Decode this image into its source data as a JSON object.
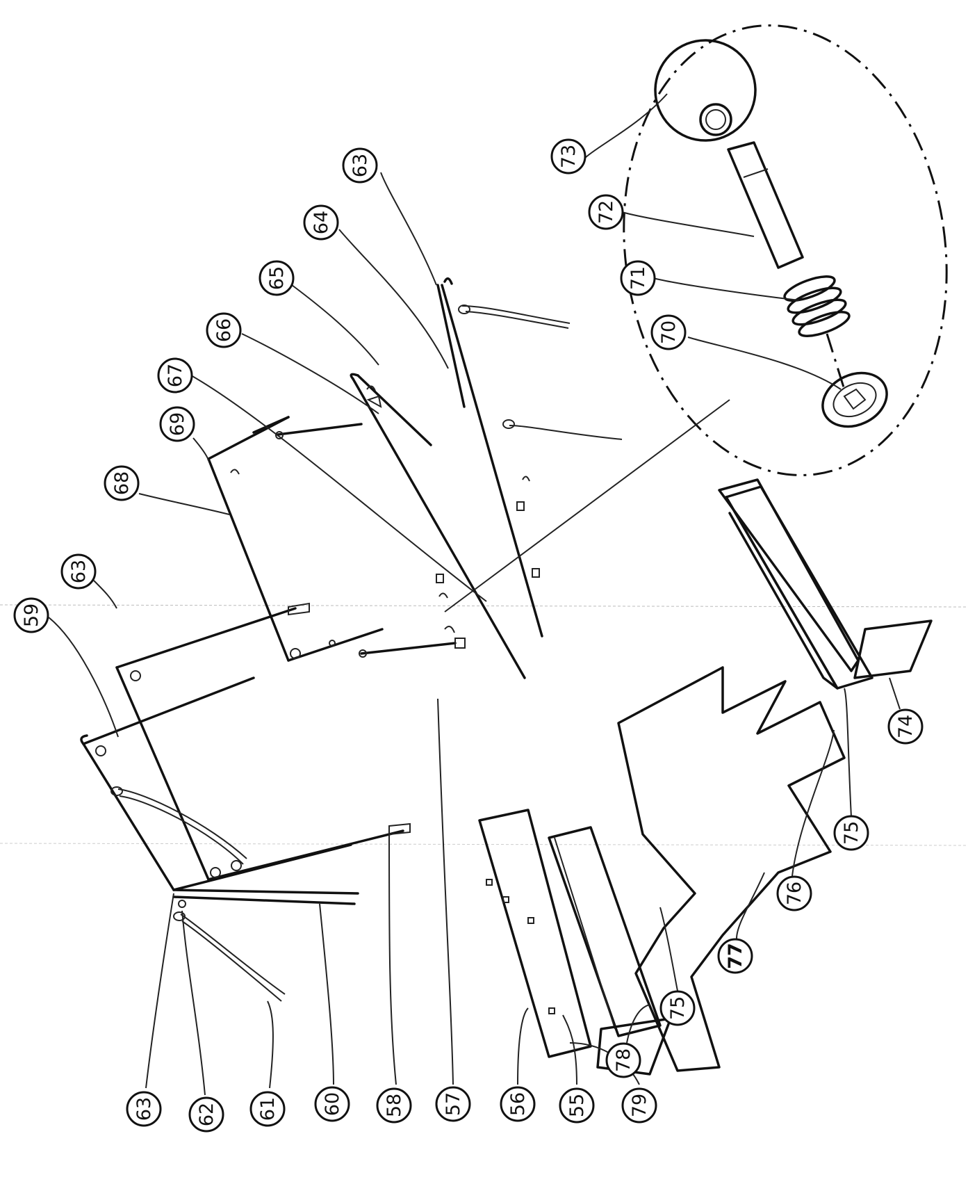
{
  "callouts": [
    {
      "id": "c-73",
      "label": "73"
    },
    {
      "id": "c-72",
      "label": "72"
    },
    {
      "id": "c-71",
      "label": "71"
    },
    {
      "id": "c-70",
      "label": "70"
    },
    {
      "id": "c-63-top",
      "label": "63"
    },
    {
      "id": "c-64",
      "label": "64"
    },
    {
      "id": "c-65",
      "label": "65"
    },
    {
      "id": "c-66",
      "label": "66"
    },
    {
      "id": "c-67",
      "label": "67"
    },
    {
      "id": "c-69",
      "label": "69"
    },
    {
      "id": "c-68",
      "label": "68"
    },
    {
      "id": "c-63-mid",
      "label": "63"
    },
    {
      "id": "c-59",
      "label": "59"
    },
    {
      "id": "c-74",
      "label": "74"
    },
    {
      "id": "c-75-right",
      "label": "75"
    },
    {
      "id": "c-76",
      "label": "76"
    },
    {
      "id": "c-77",
      "label": "77"
    },
    {
      "id": "c-75-bottom",
      "label": "75"
    },
    {
      "id": "c-78",
      "label": "78"
    },
    {
      "id": "c-63-bottom",
      "label": "63"
    },
    {
      "id": "c-62",
      "label": "62"
    },
    {
      "id": "c-61",
      "label": "61"
    },
    {
      "id": "c-60",
      "label": "60"
    },
    {
      "id": "c-58",
      "label": "58"
    },
    {
      "id": "c-57",
      "label": "57"
    },
    {
      "id": "c-56",
      "label": "56"
    },
    {
      "id": "c-55",
      "label": "55"
    },
    {
      "id": "c-79",
      "label": "79"
    }
  ]
}
